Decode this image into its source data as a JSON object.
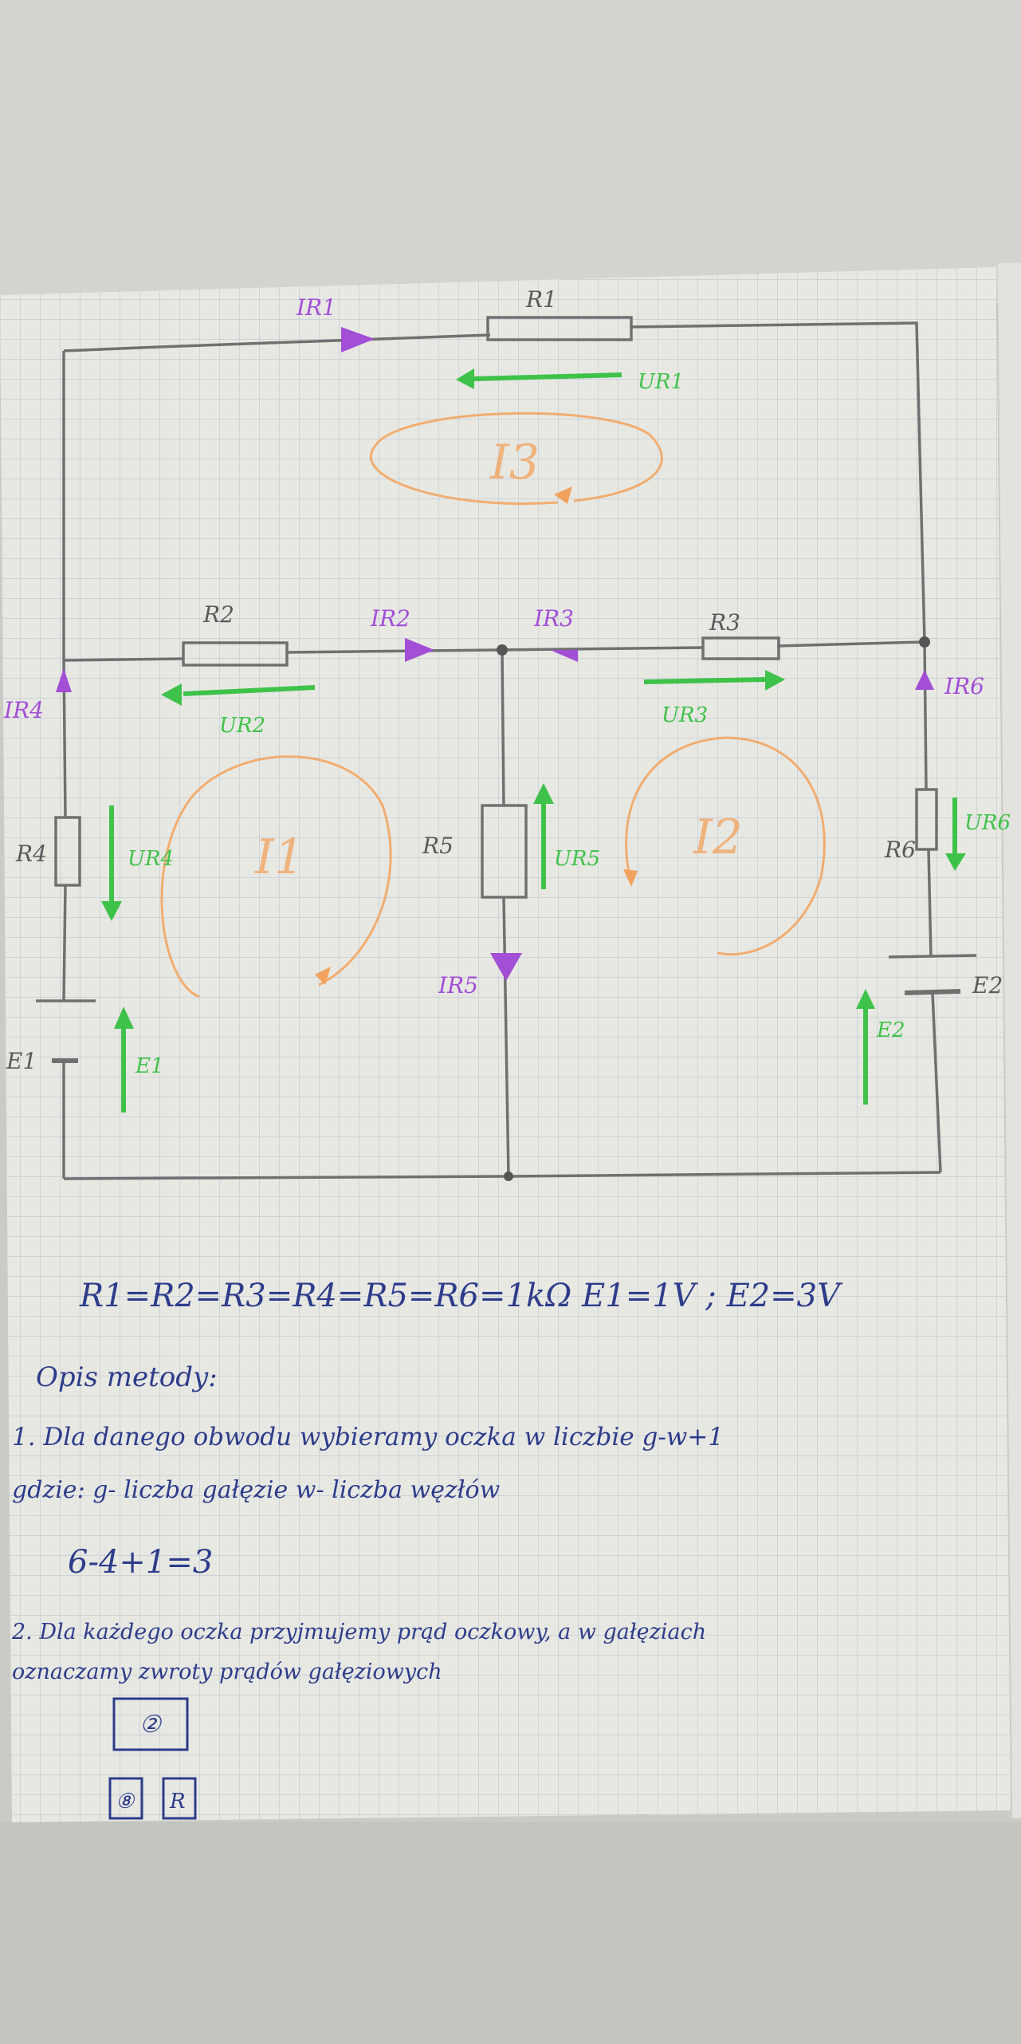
{
  "circuit": {
    "components": {
      "R1": "R1",
      "R2": "R2",
      "R3": "R3",
      "R4": "R4",
      "R5": "R5",
      "R6": "R6",
      "E1": "E1",
      "E2": "E2"
    },
    "currents": {
      "IR1": "IR1",
      "IR2": "IR2",
      "IR3": "IR3",
      "IR4": "IR4",
      "IR5": "IR5",
      "IR6": "IR6"
    },
    "voltages": {
      "UR1": "UR1",
      "UR2": "UR2",
      "UR3": "UR3",
      "UR4": "UR4",
      "UR5": "UR5",
      "UR6": "UR6",
      "E1": "E1",
      "E2": "E2"
    },
    "loops": {
      "I1": "I1",
      "I2": "I2",
      "I3": "I3"
    }
  },
  "notes": {
    "given": "R1=R2=R3=R4=R5=R6=1kΩ     E1=1V ; E2=3V",
    "heading": "Opis metody:",
    "step1a": "1. Dla danego obwodu wybieramy oczka w liczbie g-w+1",
    "step1b": "gdzie: g- liczba gałęzie  w- liczba węzłów",
    "step1c": "6-4+1=3",
    "step2a": "2. Dla każdego oczka przyjmujemy prąd oczkowy, a w gałęziach",
    "step2b": "oznaczamy zwroty prądów gałęziowych",
    "box1": "②",
    "box2": "⑧",
    "box3": "R"
  },
  "colors": {
    "paper": "#e9e9e4",
    "grid": "#a9b7cc",
    "wire": "#707070",
    "current": "#a24fd6",
    "voltage": "#3fc24a",
    "loop": "#f2a25c",
    "text": "#2d3c8a"
  }
}
